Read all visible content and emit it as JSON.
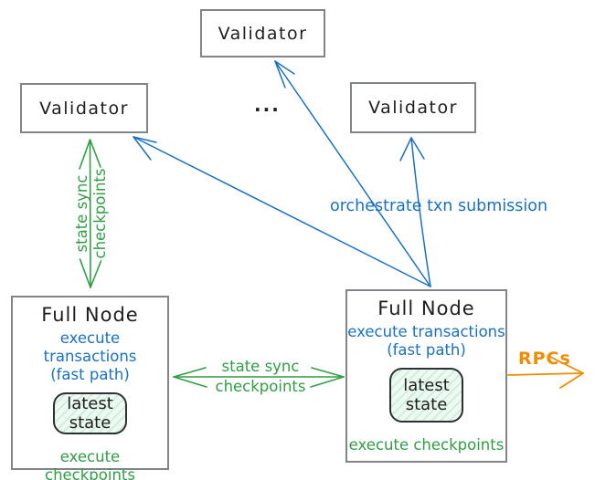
{
  "colors": {
    "blue": "#1971c2",
    "green": "#2f9e44",
    "orange": "#f08c00",
    "ink": "#1e1e1e",
    "box_border": "#818488",
    "state_fill": "#eefaf1",
    "state_hatch": "#cdeeda"
  },
  "nodes": {
    "validator_top": {
      "label": "Validator"
    },
    "validator_left": {
      "label": "Validator"
    },
    "validator_right": {
      "label": "Validator"
    },
    "ellipsis": "...",
    "full_node_left": {
      "title": "Full Node",
      "exec_line": "execute transactions",
      "fast_line": "(fast path)",
      "state_line1": "latest",
      "state_line2": "state",
      "footer": "execute checkpoints"
    },
    "full_node_right": {
      "title": "Full Node",
      "exec_line": "execute transactions",
      "fast_line": "(fast path)",
      "state_line1": "latest",
      "state_line2": "state",
      "footer": "execute checkpoints"
    }
  },
  "edges": {
    "state_sync_vertical": {
      "line1": "state sync",
      "line2": "checkpoints"
    },
    "state_sync_horizontal": {
      "line1": "state sync",
      "line2": "checkpoints"
    },
    "orchestrate": {
      "label": "orchestrate txn submission"
    },
    "rpcs": {
      "label": "RPCs"
    }
  }
}
